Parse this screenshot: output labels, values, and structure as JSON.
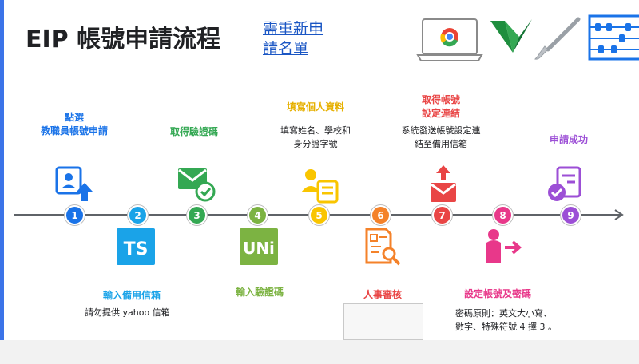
{
  "title": "EIP 帳號申請流程",
  "reapply_link": [
    "需重新申",
    "請名單"
  ],
  "steps": [
    {
      "num": "1",
      "label": [
        "點選",
        "教職員帳號申請"
      ],
      "color": "#1a73e8",
      "icon": "user-upload-icon"
    },
    {
      "num": "2",
      "label": [
        "輸入備用信箱"
      ],
      "desc": [
        "請勿提供 yahoo 信箱"
      ],
      "color": "#1aa3e8",
      "icon": "ts-icon"
    },
    {
      "num": "3",
      "label": [
        "取得驗證碼"
      ],
      "color": "#34a853",
      "icon": "mail-check-icon"
    },
    {
      "num": "4",
      "label": [
        "輸入驗證碼"
      ],
      "color": "#7cb342",
      "icon": "uni-icon"
    },
    {
      "num": "5",
      "label": [
        "填寫個人資料"
      ],
      "desc": [
        "填寫姓名、學校和",
        "身分證字號"
      ],
      "color": "#f9c500",
      "icon": "profile-form-icon"
    },
    {
      "num": "6",
      "label": [
        "人事審核"
      ],
      "color": "#f4822a",
      "icon": "document-review-icon"
    },
    {
      "num": "7",
      "label": [
        "取得帳號",
        "設定連結"
      ],
      "desc": [
        "系統發送帳號設定連",
        "結至備用信箱"
      ],
      "color": "#e94545",
      "icon": "mail-upload-icon"
    },
    {
      "num": "8",
      "label": [
        "設定帳號及密碼"
      ],
      "desc": [
        "密碼原則：英文大小寫、",
        "數字、特殊符號 4 擇 3 。"
      ],
      "color": "#e8388a",
      "icon": "person-arrow-icon"
    },
    {
      "num": "9",
      "label": [
        "申請成功"
      ],
      "color": "#9c4fd6",
      "icon": "success-form-icon"
    }
  ],
  "colors": {
    "accent": "#3b73e8",
    "line": "#5f6368",
    "link": "#1a56c4"
  }
}
